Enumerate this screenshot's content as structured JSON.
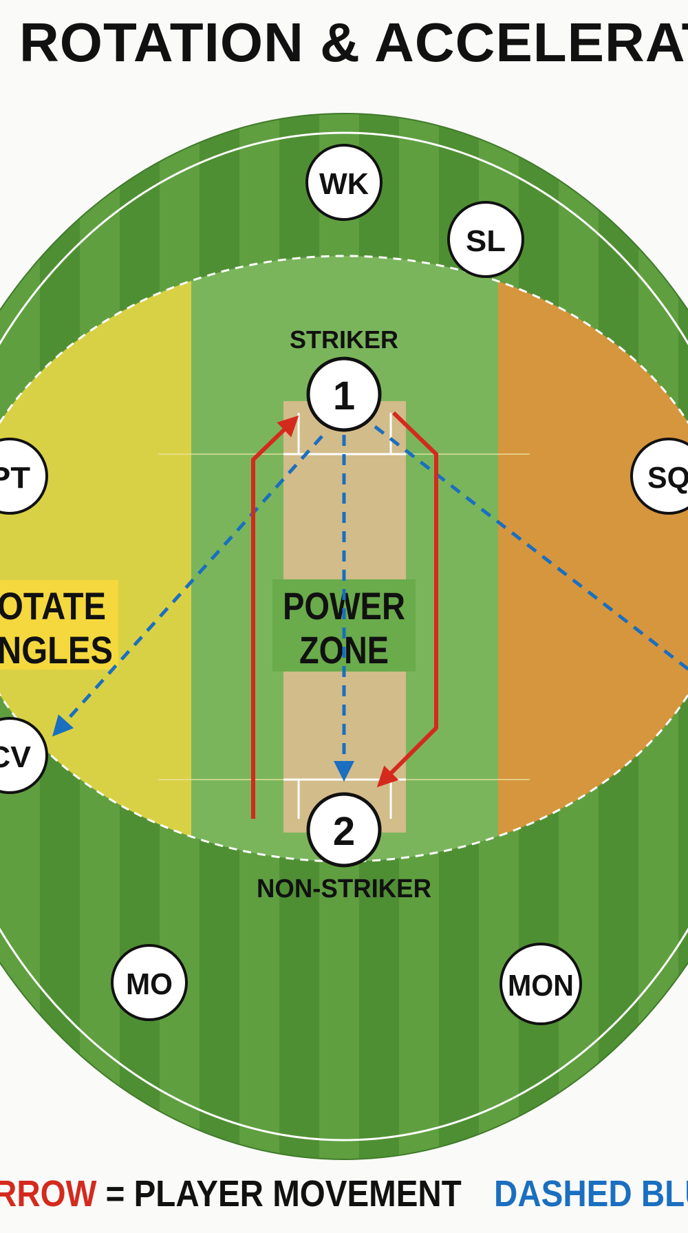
{
  "title": "ROTATION & ACCELERAT",
  "zones": {
    "power_line1": "POWER",
    "power_line2": "ZONE",
    "rotate_line1": "OTATE",
    "rotate_line2": "NGLES"
  },
  "batters": {
    "striker_label": "STRIKER",
    "striker_number": "1",
    "non_striker_label": "NON-STRIKER",
    "non_striker_number": "2"
  },
  "fielders": {
    "wk": "WK",
    "sl": "SL",
    "pt": "PT",
    "sq": "SQ",
    "cv": "CV",
    "mo": "MO",
    "mon": "MON"
  },
  "legend": {
    "arrow_suffix": "RROW",
    "equals_movement": " = PLAYER MOVEMENT",
    "dashed_blue": "DASHED BLU"
  },
  "colors": {
    "field_green": "#5a9a3c",
    "power_zone": "#7ab55c",
    "rotate_zone": "#d9d145",
    "orange_zone": "#d6963e",
    "pitch": "#d2bc8a",
    "movement_arrow": "#d42a1e",
    "pass_arrow": "#1a6fc0"
  }
}
